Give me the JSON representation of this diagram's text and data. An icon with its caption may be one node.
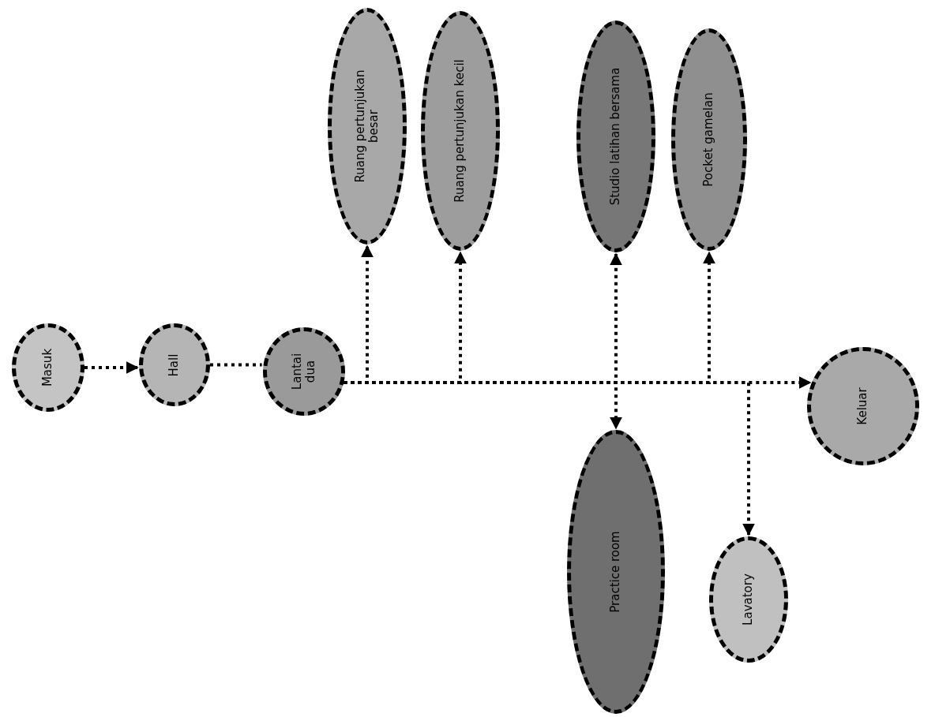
{
  "diagram": {
    "nodes": [
      {
        "text": [
          "Masuk"
        ]
      },
      {
        "text": [
          "Hall"
        ]
      },
      {
        "text": [
          "Lantai dua"
        ]
      },
      {
        "text": [
          "Ruang pertunjukan besar"
        ]
      },
      {
        "text": [
          "Ruang pertunjukan kecil"
        ]
      },
      {
        "text": [
          "Studio latihan bersama"
        ]
      },
      {
        "text": [
          "Pocket gamelan"
        ]
      },
      {
        "text": [
          "Practice room"
        ]
      },
      {
        "text": [
          "Lavatory"
        ]
      },
      {
        "text": [
          "Keluar"
        ]
      }
    ],
    "edges": [
      {
        "from": 0,
        "to": 1,
        "arrow": "to"
      },
      {
        "from": 1,
        "to": 2,
        "arrow": "none"
      },
      {
        "from": 2,
        "to": 3,
        "arrow": "to"
      },
      {
        "from": 2,
        "to": 4,
        "arrow": "to"
      },
      {
        "from": 2,
        "to": 5,
        "arrow": "to"
      },
      {
        "from": 2,
        "to": 6,
        "arrow": "to"
      },
      {
        "from": 2,
        "to": 7,
        "arrow": "to"
      },
      {
        "from": 2,
        "to": 8,
        "arrow": "to"
      },
      {
        "from": 2,
        "to": 9,
        "arrow": "to"
      }
    ]
  }
}
